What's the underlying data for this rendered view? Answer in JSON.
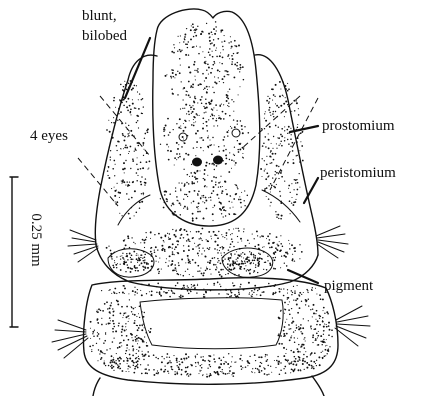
{
  "labels": {
    "tip_line1": "blunt,",
    "tip_line2": "bilobed",
    "eyes": "4 eyes",
    "prostomium": "prostomium",
    "peristomium": "peristomium",
    "pigment": "pigment",
    "scale": "0.25 mm"
  },
  "colors": {
    "ink": "#111111",
    "background": "#ffffff"
  }
}
